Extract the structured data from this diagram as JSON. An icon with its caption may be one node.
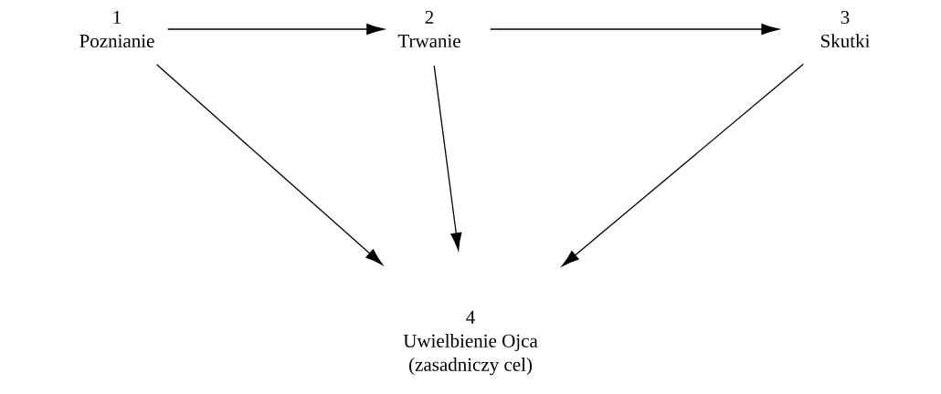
{
  "diagram": {
    "nodes": [
      {
        "text": [
          "1",
          "Poznianie"
        ]
      },
      {
        "text": [
          "2",
          "Trwanie"
        ]
      },
      {
        "text": [
          "3",
          "Skutki"
        ]
      },
      {
        "text": [
          "4",
          "Uwielbienie Ojca",
          "(zasadniczy cel)"
        ]
      }
    ],
    "edges": [
      {
        "from": 0,
        "to": 1,
        "arrow": "to"
      },
      {
        "from": 1,
        "to": 2,
        "arrow": "to"
      },
      {
        "from": 0,
        "to": 3,
        "arrow": "to"
      },
      {
        "from": 1,
        "to": 3,
        "arrow": "to"
      },
      {
        "from": 2,
        "to": 3,
        "arrow": "to"
      }
    ]
  }
}
